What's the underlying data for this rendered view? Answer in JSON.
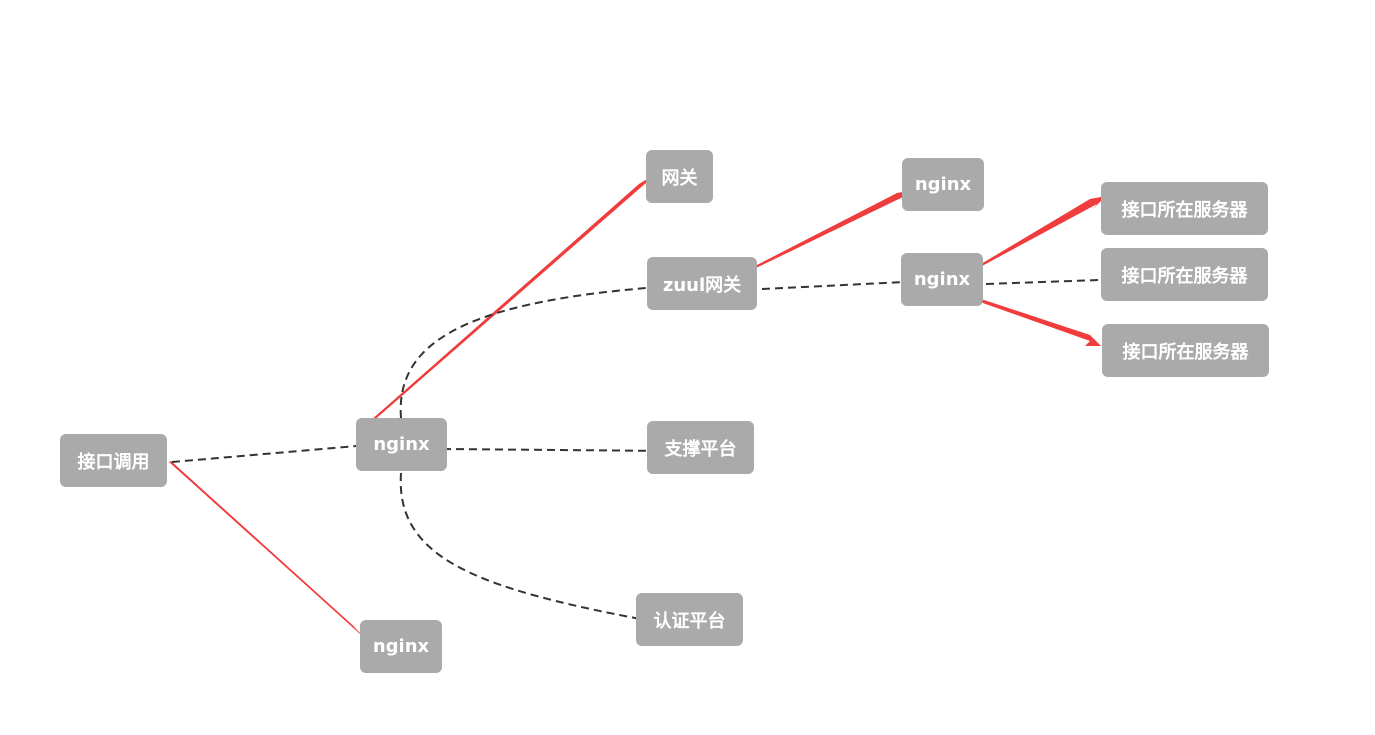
{
  "diagram": {
    "colors": {
      "node_fill": "#aaaaaa",
      "node_text": "#ffffff",
      "primary_edge": "#f03c3c",
      "secondary_edge": "#333333"
    },
    "nodes": {
      "caller": {
        "label": "接口调用"
      },
      "nginx1": {
        "label": "nginx"
      },
      "nginx2": {
        "label": "nginx"
      },
      "gateway": {
        "label": "网关"
      },
      "zuul": {
        "label": "zuul网关"
      },
      "support": {
        "label": "支撑平台"
      },
      "auth": {
        "label": "认证平台"
      },
      "nginx3": {
        "label": "nginx"
      },
      "nginx4": {
        "label": "nginx"
      },
      "server1": {
        "label": "接口所在服务器"
      },
      "server2": {
        "label": "接口所在服务器"
      },
      "server3": {
        "label": "接口所在服务器"
      }
    },
    "edges": [
      {
        "from": "caller",
        "to": "nginx2",
        "style": "solid-red"
      },
      {
        "from": "caller",
        "to": "nginx1",
        "style": "dashed-dark"
      },
      {
        "from": "nginx1",
        "to": "gateway",
        "style": "solid-red"
      },
      {
        "from": "nginx1",
        "to": "zuul",
        "style": "dashed-dark"
      },
      {
        "from": "nginx1",
        "to": "support",
        "style": "dashed-dark"
      },
      {
        "from": "nginx1",
        "to": "auth",
        "style": "dashed-dark"
      },
      {
        "from": "zuul",
        "to": "nginx3",
        "style": "solid-red"
      },
      {
        "from": "zuul",
        "to": "nginx4",
        "style": "dashed-dark"
      },
      {
        "from": "nginx4",
        "to": "server1",
        "style": "solid-red"
      },
      {
        "from": "nginx4",
        "to": "server2",
        "style": "dashed-dark"
      },
      {
        "from": "nginx4",
        "to": "server3",
        "style": "solid-red"
      }
    ]
  }
}
